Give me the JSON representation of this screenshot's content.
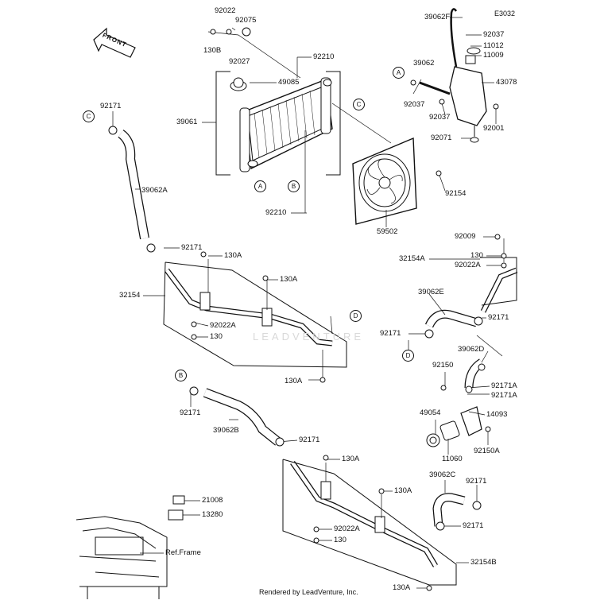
{
  "diagram_code": "E3032",
  "front_label": "FRONT",
  "footer": "Rendered by LeadVenture, Inc.",
  "watermark": "LEADVENTURE",
  "ref_markers": [
    "A",
    "B",
    "C",
    "D"
  ],
  "parts": [
    {
      "id": "p1",
      "text": "92022"
    },
    {
      "id": "p2",
      "text": "92075"
    },
    {
      "id": "p3",
      "text": "130B"
    },
    {
      "id": "p4",
      "text": "92027"
    },
    {
      "id": "p5",
      "text": "92210"
    },
    {
      "id": "p6",
      "text": "49085"
    },
    {
      "id": "p7",
      "text": "39061"
    },
    {
      "id": "p8",
      "text": "92154"
    },
    {
      "id": "p9",
      "text": "92210"
    },
    {
      "id": "p10",
      "text": "59502"
    },
    {
      "id": "p11",
      "text": "39062F"
    },
    {
      "id": "p12",
      "text": "92037"
    },
    {
      "id": "p13",
      "text": "11012"
    },
    {
      "id": "p14",
      "text": "11009"
    },
    {
      "id": "p15",
      "text": "39062"
    },
    {
      "id": "p16",
      "text": "43078"
    },
    {
      "id": "p17",
      "text": "92037"
    },
    {
      "id": "p18",
      "text": "92037"
    },
    {
      "id": "p19",
      "text": "92001"
    },
    {
      "id": "p20",
      "text": "92071"
    },
    {
      "id": "p21",
      "text": "92171"
    },
    {
      "id": "p22",
      "text": "39062A"
    },
    {
      "id": "p23",
      "text": "92171"
    },
    {
      "id": "p24",
      "text": "130A"
    },
    {
      "id": "p25",
      "text": "130A"
    },
    {
      "id": "p26",
      "text": "32154"
    },
    {
      "id": "p27",
      "text": "92022A"
    },
    {
      "id": "p28",
      "text": "130"
    },
    {
      "id": "p29",
      "text": "130A"
    },
    {
      "id": "p30",
      "text": "92009"
    },
    {
      "id": "p31",
      "text": "32154A"
    },
    {
      "id": "p32",
      "text": "130"
    },
    {
      "id": "p33",
      "text": "92022A"
    },
    {
      "id": "p34",
      "text": "39062E"
    },
    {
      "id": "p35",
      "text": "92171"
    },
    {
      "id": "p36",
      "text": "92171"
    },
    {
      "id": "p37",
      "text": "39062D"
    },
    {
      "id": "p38",
      "text": "92150"
    },
    {
      "id": "p39",
      "text": "92171A"
    },
    {
      "id": "p40",
      "text": "92171A"
    },
    {
      "id": "p41",
      "text": "49054"
    },
    {
      "id": "p42",
      "text": "14093"
    },
    {
      "id": "p43",
      "text": "11060"
    },
    {
      "id": "p44",
      "text": "92150A"
    },
    {
      "id": "p45",
      "text": "92171"
    },
    {
      "id": "p46",
      "text": "39062B"
    },
    {
      "id": "p47",
      "text": "92171"
    },
    {
      "id": "p48",
      "text": "130A"
    },
    {
      "id": "p49",
      "text": "130A"
    },
    {
      "id": "p50",
      "text": "39062C"
    },
    {
      "id": "p51",
      "text": "92171"
    },
    {
      "id": "p52",
      "text": "92022A"
    },
    {
      "id": "p53",
      "text": "130"
    },
    {
      "id": "p54",
      "text": "92171"
    },
    {
      "id": "p55",
      "text": "32154B"
    },
    {
      "id": "p56",
      "text": "130A"
    },
    {
      "id": "p57",
      "text": "21008"
    },
    {
      "id": "p58",
      "text": "13280"
    },
    {
      "id": "p59",
      "text": "Ref.Frame"
    }
  ]
}
